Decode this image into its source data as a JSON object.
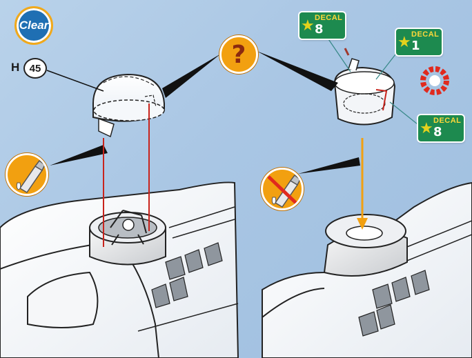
{
  "badges": {
    "clear_label": "Clear",
    "part_prefix": "H",
    "part_number": "45",
    "question_mark": "?"
  },
  "decals": [
    {
      "word": "DECAL",
      "number": "8"
    },
    {
      "word": "DECAL",
      "number": "1"
    },
    {
      "word": "DECAL",
      "number": "8"
    }
  ],
  "colors": {
    "background": "#a9c6e4",
    "guide_line": "#c8231c",
    "arrow": "#f2a010",
    "decal_green": "#1d8a4f",
    "badge_orange": "#f2a010",
    "clear_blue": "#1f6fb3",
    "warning_red": "#e02a1e"
  },
  "icons": {
    "glue": "glue-tube-icon",
    "no_glue": "no-glue-icon",
    "question": "question-mark-icon",
    "red_ring": "red-segmented-ring-icon"
  }
}
